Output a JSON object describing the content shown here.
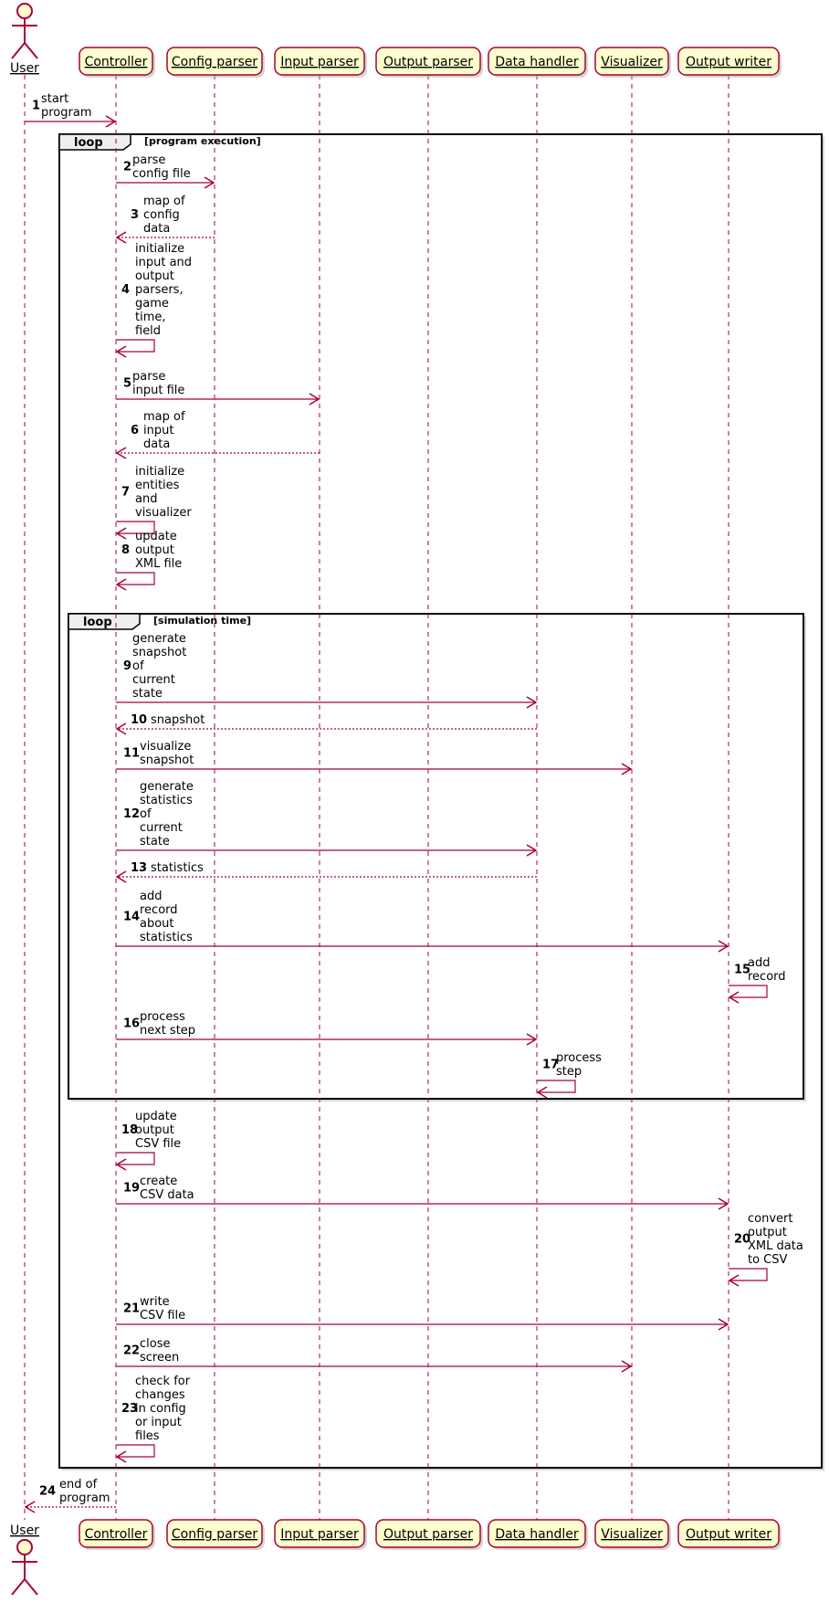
{
  "participants": [
    {
      "id": "user",
      "label": "User",
      "kind": "actor"
    },
    {
      "id": "controller",
      "label": "Controller",
      "kind": "participant"
    },
    {
      "id": "config",
      "label": "Config parser",
      "kind": "participant"
    },
    {
      "id": "input",
      "label": "Input parser",
      "kind": "participant"
    },
    {
      "id": "output",
      "label": "Output parser",
      "kind": "participant"
    },
    {
      "id": "data",
      "label": "Data handler",
      "kind": "participant"
    },
    {
      "id": "visualizer",
      "label": "Visualizer",
      "kind": "participant"
    },
    {
      "id": "writer",
      "label": "Output writer",
      "kind": "participant"
    }
  ],
  "loops": [
    {
      "label": "loop",
      "guard": "[program execution]"
    },
    {
      "label": "loop",
      "guard": "[simulation time]"
    }
  ],
  "messages": [
    {
      "num": "1",
      "from": "user",
      "to": "controller",
      "type": "sync",
      "lines": [
        "start",
        "program"
      ]
    },
    {
      "num": "2",
      "from": "controller",
      "to": "config",
      "type": "sync",
      "lines": [
        "parse",
        "config file"
      ]
    },
    {
      "num": "3",
      "from": "config",
      "to": "controller",
      "type": "return",
      "lines": [
        "map of",
        "config",
        "data"
      ]
    },
    {
      "num": "4",
      "from": "controller",
      "to": "controller",
      "type": "self",
      "lines": [
        "initialize",
        "input and",
        "output",
        "parsers,",
        "game",
        "time,",
        "field"
      ]
    },
    {
      "num": "5",
      "from": "controller",
      "to": "input",
      "type": "sync",
      "lines": [
        "parse",
        "input file"
      ]
    },
    {
      "num": "6",
      "from": "input",
      "to": "controller",
      "type": "return",
      "lines": [
        "map of",
        "input",
        "data"
      ]
    },
    {
      "num": "7",
      "from": "controller",
      "to": "controller",
      "type": "self",
      "lines": [
        "initialize",
        "entities",
        "and",
        "visualizer"
      ]
    },
    {
      "num": "8",
      "from": "controller",
      "to": "controller",
      "type": "self",
      "lines": [
        "update",
        "output",
        "XML file"
      ]
    },
    {
      "num": "9",
      "from": "controller",
      "to": "data",
      "type": "sync",
      "lines": [
        "generate",
        "snapshot",
        "of",
        "current",
        "state"
      ]
    },
    {
      "num": "10",
      "from": "data",
      "to": "controller",
      "type": "return",
      "lines": [
        "snapshot"
      ]
    },
    {
      "num": "11",
      "from": "controller",
      "to": "visualizer",
      "type": "sync",
      "lines": [
        "visualize",
        "snapshot"
      ]
    },
    {
      "num": "12",
      "from": "controller",
      "to": "data",
      "type": "sync",
      "lines": [
        "generate",
        "statistics",
        "of",
        "current",
        "state"
      ]
    },
    {
      "num": "13",
      "from": "data",
      "to": "controller",
      "type": "return",
      "lines": [
        "statistics"
      ]
    },
    {
      "num": "14",
      "from": "controller",
      "to": "writer",
      "type": "sync",
      "lines": [
        "add",
        "record",
        "about",
        "statistics"
      ]
    },
    {
      "num": "15",
      "from": "writer",
      "to": "writer",
      "type": "self",
      "lines": [
        "add",
        "record"
      ]
    },
    {
      "num": "16",
      "from": "controller",
      "to": "data",
      "type": "sync",
      "lines": [
        "process",
        "next step"
      ]
    },
    {
      "num": "17",
      "from": "data",
      "to": "data",
      "type": "self",
      "lines": [
        "process",
        "step"
      ]
    },
    {
      "num": "18",
      "from": "controller",
      "to": "controller",
      "type": "self",
      "lines": [
        "update",
        "output",
        "CSV file"
      ]
    },
    {
      "num": "19",
      "from": "controller",
      "to": "writer",
      "type": "sync",
      "lines": [
        "create",
        "CSV data"
      ]
    },
    {
      "num": "20",
      "from": "writer",
      "to": "writer",
      "type": "self",
      "lines": [
        "convert",
        "output",
        "XML data",
        "to CSV"
      ]
    },
    {
      "num": "21",
      "from": "controller",
      "to": "writer",
      "type": "sync",
      "lines": [
        "write",
        "CSV file"
      ]
    },
    {
      "num": "22",
      "from": "controller",
      "to": "visualizer",
      "type": "sync",
      "lines": [
        "close",
        "screen"
      ]
    },
    {
      "num": "23",
      "from": "controller",
      "to": "controller",
      "type": "self",
      "lines": [
        "check for",
        "changes",
        "in config",
        "or input",
        "files"
      ]
    },
    {
      "num": "24",
      "from": "controller",
      "to": "user",
      "type": "return",
      "lines": [
        "end of",
        "program"
      ]
    }
  ],
  "colors": {
    "line": "#A80036",
    "box_fill": "#FEFECE",
    "frame_tab": "#EEEEEE"
  }
}
